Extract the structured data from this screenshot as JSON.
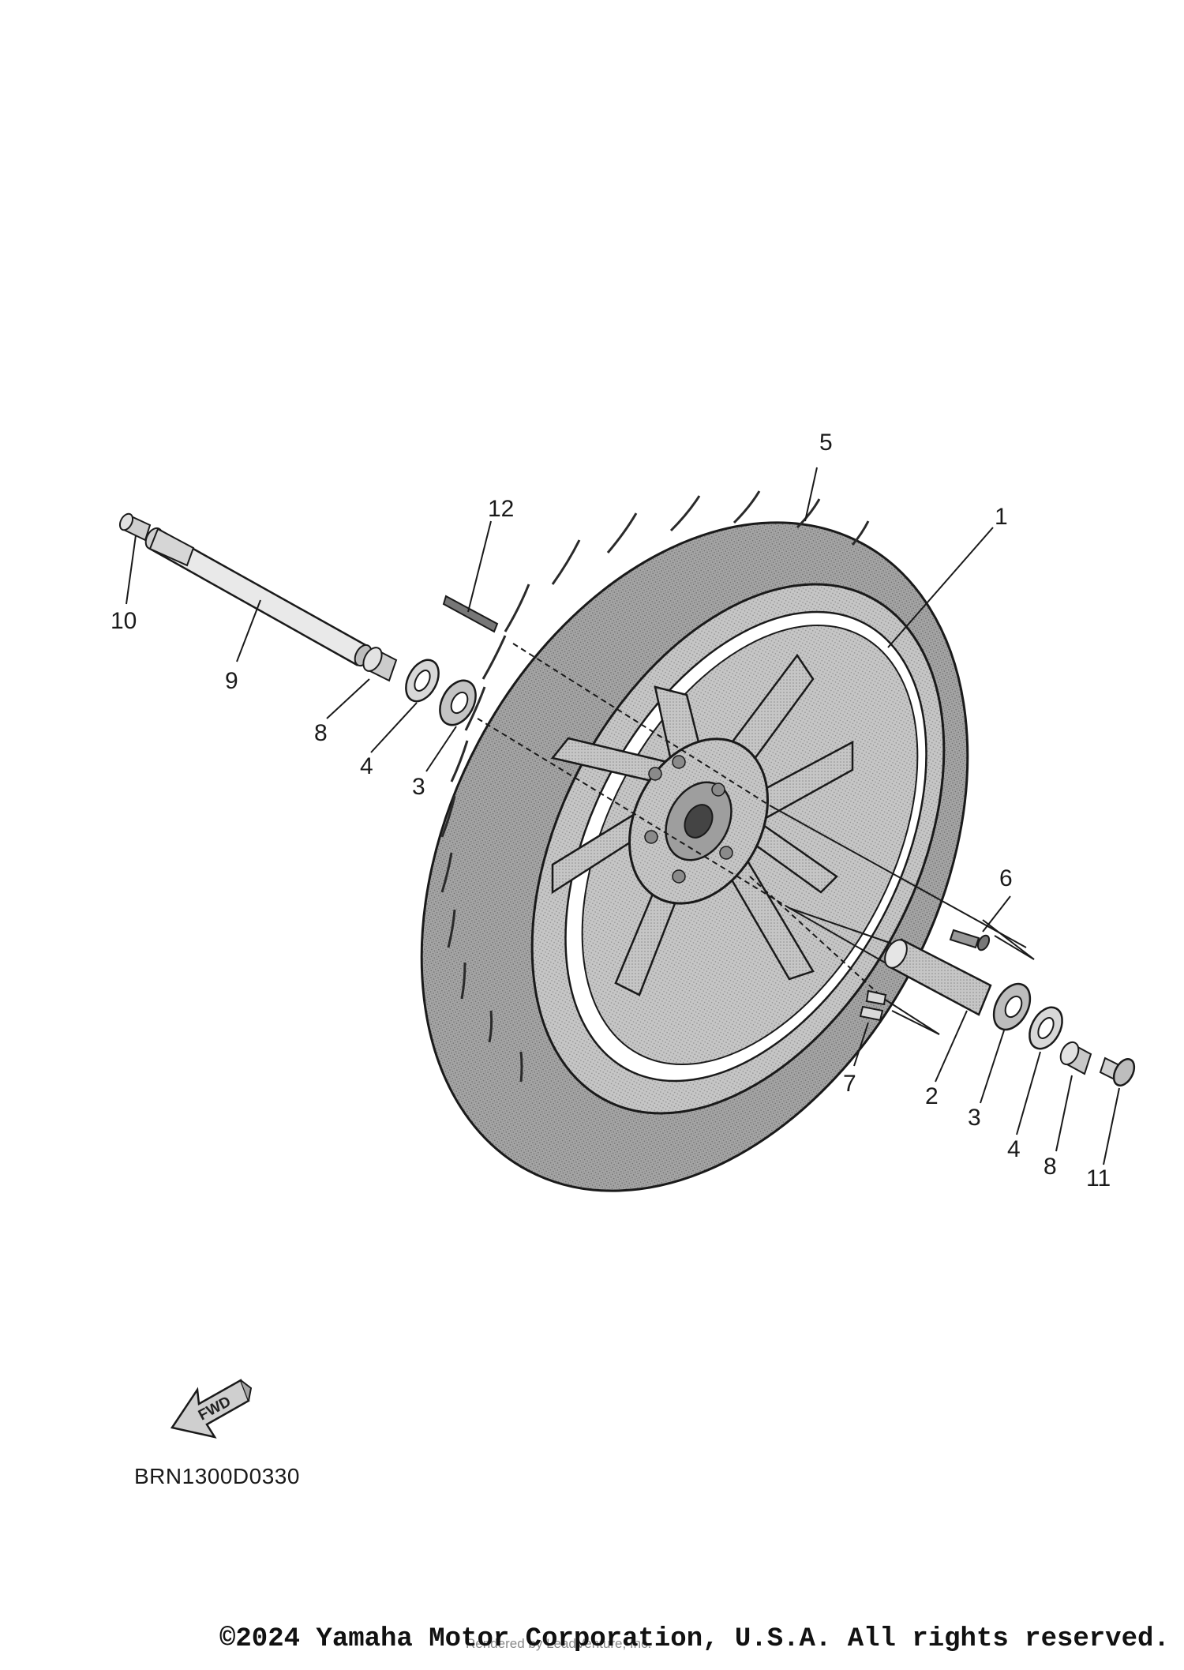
{
  "diagram": {
    "callouts": [
      {
        "id": "1",
        "label": "1"
      },
      {
        "id": "2",
        "label": "2"
      },
      {
        "id": "3a",
        "label": "3"
      },
      {
        "id": "3b",
        "label": "3"
      },
      {
        "id": "4a",
        "label": "4"
      },
      {
        "id": "4b",
        "label": "4"
      },
      {
        "id": "5",
        "label": "5"
      },
      {
        "id": "6",
        "label": "6"
      },
      {
        "id": "7",
        "label": "7"
      },
      {
        "id": "8a",
        "label": "8"
      },
      {
        "id": "8b",
        "label": "8"
      },
      {
        "id": "9",
        "label": "9"
      },
      {
        "id": "10",
        "label": "10"
      },
      {
        "id": "11",
        "label": "11"
      },
      {
        "id": "12",
        "label": "12"
      }
    ],
    "fwd_label": "FWD",
    "diagram_code": "BRN1300D0330"
  },
  "footer": {
    "copyright": "©2024 Yamaha Motor Corporation, U.S.A. All rights reserved.",
    "watermark": "Rendered by LeadVenture, Inc."
  },
  "colors": {
    "line": "#1a1a1a",
    "tire": "#9a9a9a",
    "rim": "#b8b8b8",
    "metal": "#c9c9c9"
  }
}
